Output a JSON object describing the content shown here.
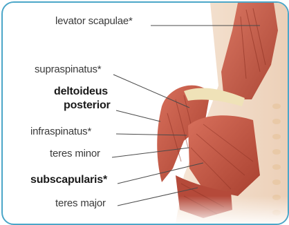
{
  "labels": {
    "levator_scapulae": "levator scapulae*",
    "supraspinatus": "supraspinatus*",
    "deltoideus_line1": "deltoideus",
    "deltoideus_line2": "posterior",
    "infraspinatus": "infraspinatus*",
    "teres_minor": "teres minor",
    "subscapularis": "subscapularis*",
    "teres_major": "teres major"
  },
  "colors": {
    "frame_border": "#4aa6c8",
    "muscle": "#c8584a",
    "tendon": "#efe2b8",
    "leader_line": "#4a4a4a"
  }
}
